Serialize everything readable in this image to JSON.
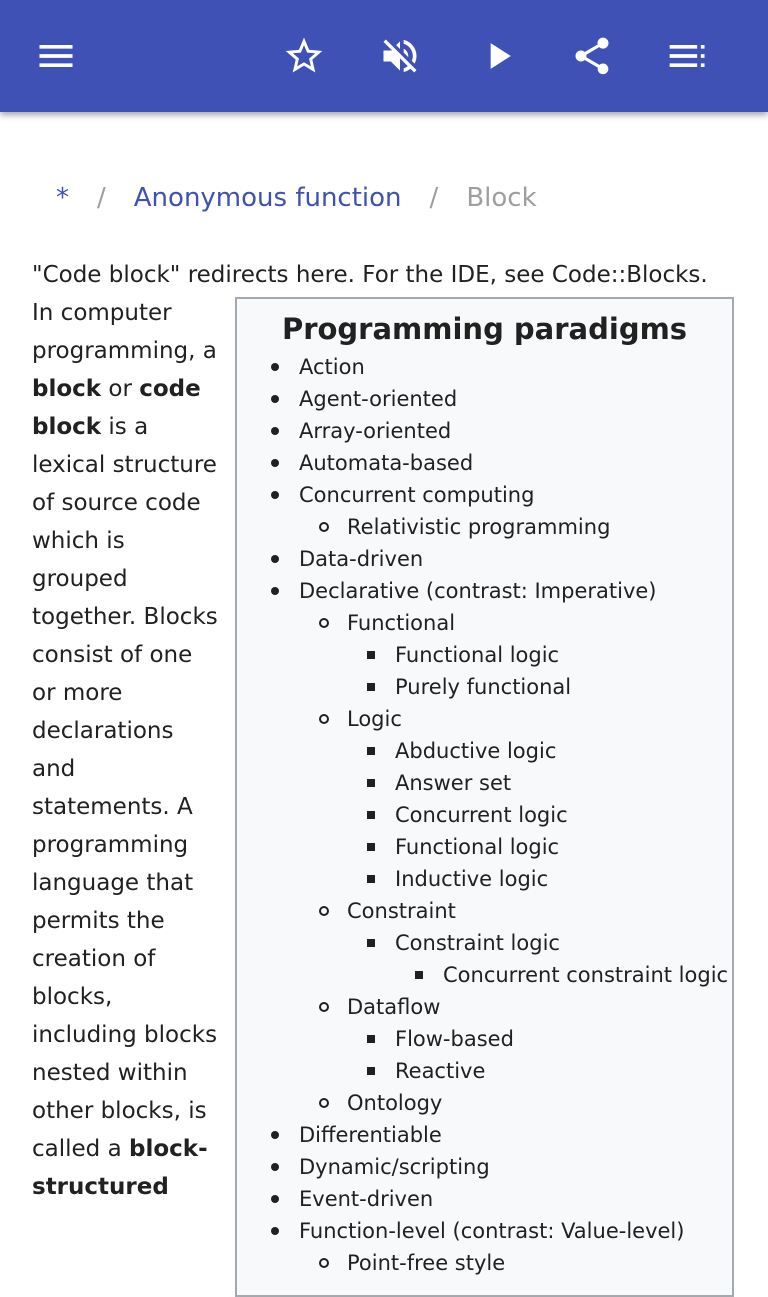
{
  "toolbar": {
    "icons": [
      "menu-icon",
      "star-icon",
      "volume-off-icon",
      "play-icon",
      "share-icon",
      "playlist-icon"
    ]
  },
  "breadcrumb": {
    "home": "*",
    "separator": "/",
    "parent": "Anonymous function",
    "current": "Block"
  },
  "article": {
    "hatnote": "\"Code block\" redirects here. For the IDE, see Code::Blocks.",
    "lead": [
      {
        "t": "In computer programming, a "
      },
      {
        "t": "block",
        "b": true
      },
      {
        "t": " or "
      },
      {
        "t": "code block",
        "b": true
      },
      {
        "t": " is a lexical structure of source code which is grouped together. Blocks consist of one or more declarations and statements. A programming language that permits the creation of blocks, including blocks nested within other blocks, is called a "
      },
      {
        "t": "block-structured",
        "b": true
      }
    ]
  },
  "sidebar": {
    "title": "Programming paradigms",
    "items": [
      {
        "level": 0,
        "label": "Action"
      },
      {
        "level": 0,
        "label": "Agent-oriented"
      },
      {
        "level": 0,
        "label": "Array-oriented"
      },
      {
        "level": 0,
        "label": "Automata-based"
      },
      {
        "level": 0,
        "label": "Concurrent computing"
      },
      {
        "level": 1,
        "label": "Relativistic programming"
      },
      {
        "level": 0,
        "label": "Data-driven"
      },
      {
        "level": 0,
        "label": "Declarative (contrast: Imperative)"
      },
      {
        "level": 1,
        "label": "Functional"
      },
      {
        "level": 2,
        "label": "Functional logic"
      },
      {
        "level": 2,
        "label": "Purely functional"
      },
      {
        "level": 1,
        "label": "Logic"
      },
      {
        "level": 2,
        "label": "Abductive logic"
      },
      {
        "level": 2,
        "label": "Answer set"
      },
      {
        "level": 2,
        "label": "Concurrent logic"
      },
      {
        "level": 2,
        "label": "Functional logic"
      },
      {
        "level": 2,
        "label": "Inductive logic"
      },
      {
        "level": 1,
        "label": "Constraint"
      },
      {
        "level": 2,
        "label": "Constraint logic"
      },
      {
        "level": 3,
        "label": "Concurrent constraint logic"
      },
      {
        "level": 1,
        "label": "Dataflow"
      },
      {
        "level": 2,
        "label": "Flow-based"
      },
      {
        "level": 2,
        "label": "Reactive"
      },
      {
        "level": 1,
        "label": "Ontology"
      },
      {
        "level": 0,
        "label": "Differentiable"
      },
      {
        "level": 0,
        "label": "Dynamic/scripting"
      },
      {
        "level": 0,
        "label": "Event-driven"
      },
      {
        "level": 0,
        "label": "Function-level (contrast: Value-level)"
      },
      {
        "level": 1,
        "label": "Point-free style"
      }
    ]
  }
}
